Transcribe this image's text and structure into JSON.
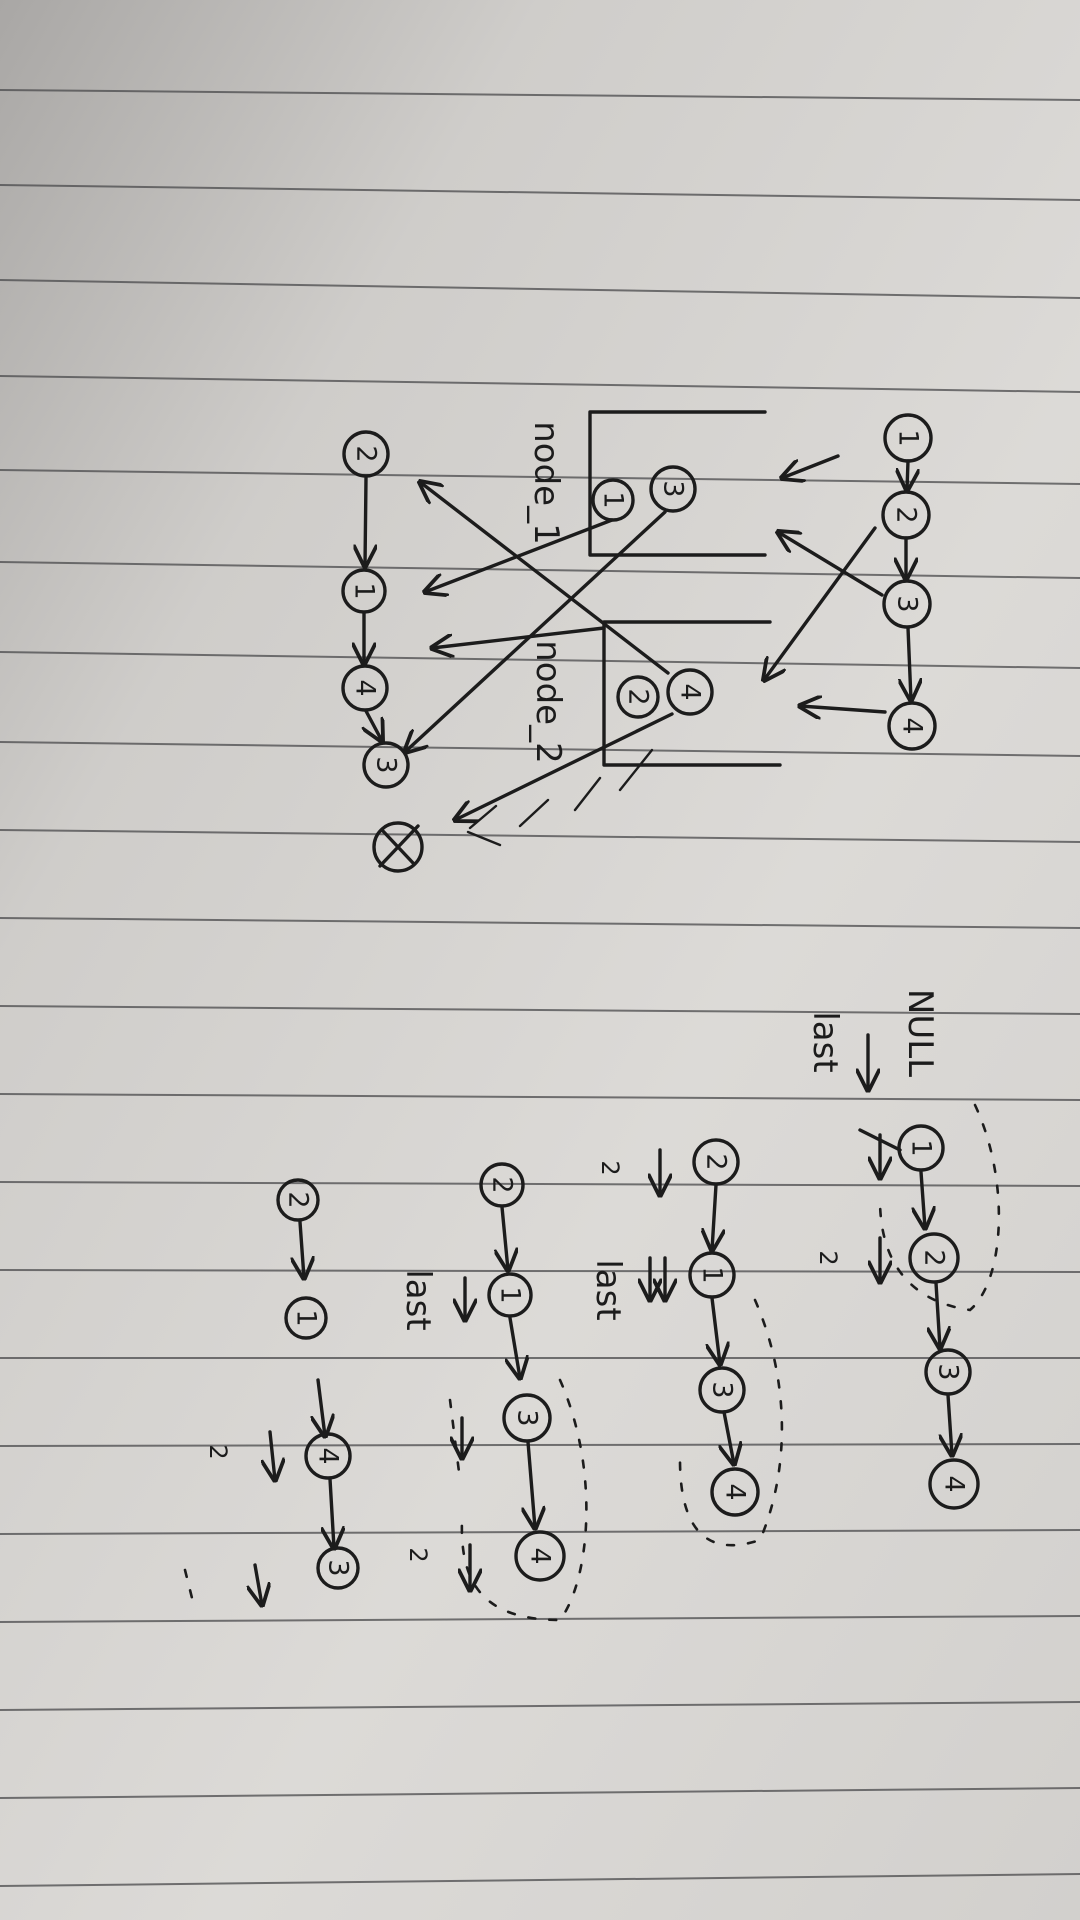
{
  "photo": {
    "paper_color": "#d6d4d1",
    "ink_color": "#1c1c1c",
    "rule_color": "#4a4a4c",
    "orientation": "rotated 90 degrees clockwise"
  },
  "labels": {
    "node_1": "node_1",
    "node_2": "node_2",
    "null": "NULL",
    "last_a": "last",
    "last_b": "last",
    "last_c": "last",
    "two_a": "2",
    "two_b": "2",
    "two_c": "2",
    "two_d": "2"
  },
  "node_values": {
    "one": "1",
    "two": "2",
    "three": "3",
    "four": "4"
  }
}
